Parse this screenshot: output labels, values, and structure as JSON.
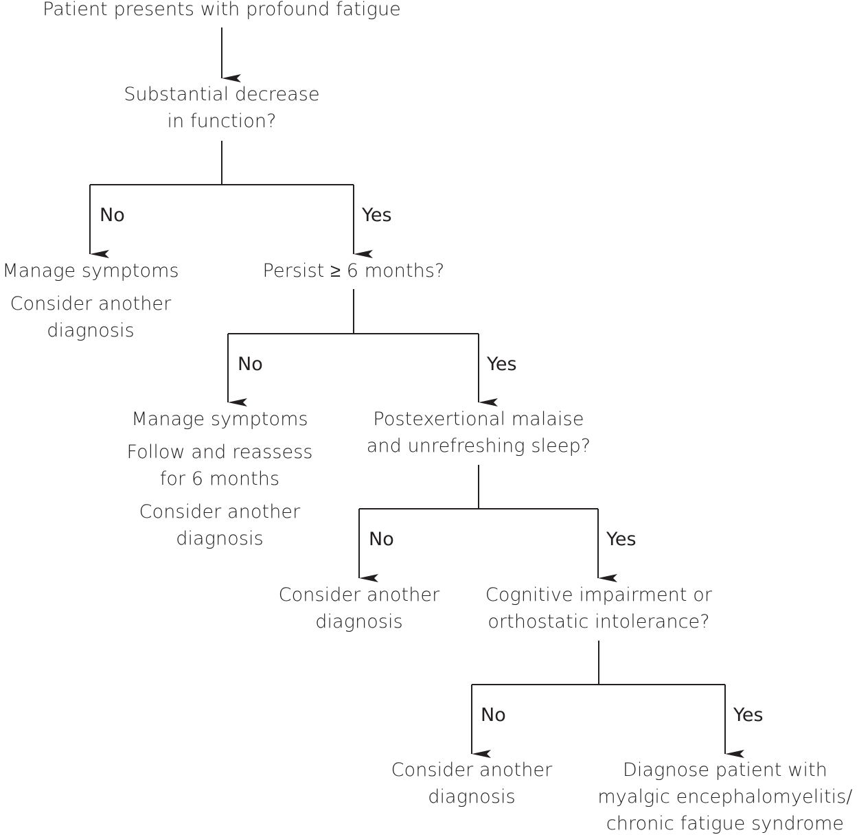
{
  "flowchart": {
    "start": {
      "lines": [
        "Patient presents with profound fatigue"
      ]
    },
    "q1": {
      "lines": [
        "Substantial decrease",
        "in function?"
      ]
    },
    "q1_no_label": "No",
    "q1_yes_label": "Yes",
    "q1_no_outcome": {
      "groups": [
        [
          "Manage symptoms"
        ],
        [
          "Consider another",
          "diagnosis"
        ]
      ]
    },
    "q2": {
      "lines": [
        "Persist ≥ 6 months?"
      ]
    },
    "q2_no_label": "No",
    "q2_yes_label": "Yes",
    "q2_no_outcome": {
      "groups": [
        [
          "Manage symptoms"
        ],
        [
          "Follow and reassess",
          "for 6 months"
        ],
        [
          "Consider another",
          "diagnosis"
        ]
      ]
    },
    "q3": {
      "lines": [
        "Postexertional malaise",
        "and unrefreshing sleep?"
      ]
    },
    "q3_no_label": "No",
    "q3_yes_label": "Yes",
    "q3_no_outcome": {
      "groups": [
        [
          "Consider another",
          "diagnosis"
        ]
      ]
    },
    "q4": {
      "lines": [
        "Cognitive impairment or",
        "orthostatic intolerance?"
      ]
    },
    "q4_no_label": "No",
    "q4_yes_label": "Yes",
    "q4_no_outcome": {
      "groups": [
        [
          "Consider another",
          "diagnosis"
        ]
      ]
    },
    "q4_yes_outcome": {
      "groups": [
        [
          "Diagnose patient with",
          "myalgic encephalomyelitis/",
          "chronic fatigue syndrome"
        ]
      ]
    }
  },
  "colors": {
    "ink": "#231f20",
    "background": "#ffffff"
  }
}
